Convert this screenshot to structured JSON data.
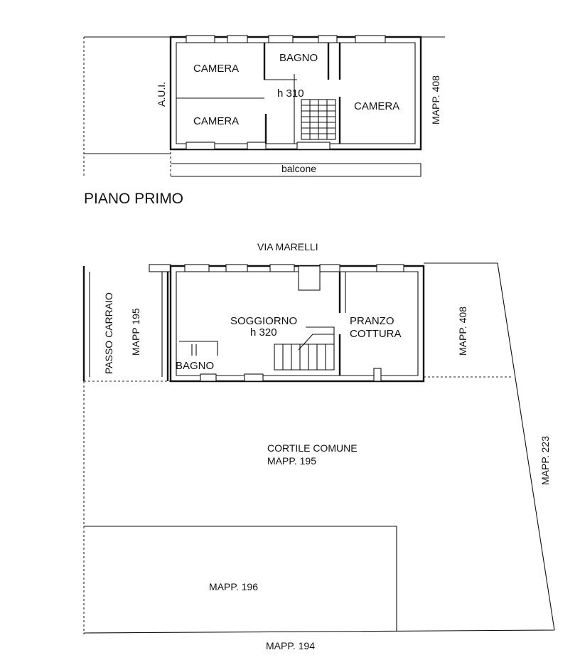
{
  "first_floor": {
    "title": "PIANO PRIMO",
    "rooms": {
      "camera_top_left": "CAMERA",
      "camera_bottom_left": "CAMERA",
      "bagno": "BAGNO",
      "camera_right": "CAMERA"
    },
    "height": "h 310",
    "aui": "A.U.I.",
    "mapp_right": "MAPP. 408",
    "balcone": "balcone"
  },
  "ground_floor": {
    "street": "VIA MARELLI",
    "rooms": {
      "passo_carraio": "PASSO CARRAIO",
      "mapp_195_side": "MAPP 195",
      "soggiorno": "SOGGIORNO",
      "pranzo": "PRANZO",
      "cottura": "COTTURA",
      "bagno": "BAGNO"
    },
    "height": "h 320",
    "mapp_408": "MAPP. 408",
    "cortile_line1": "CORTILE COMUNE",
    "cortile_line2": "MAPP. 195",
    "mapp_223": "MAPP. 223",
    "mapp_196": "MAPP. 196",
    "mapp_194": "MAPP. 194"
  }
}
